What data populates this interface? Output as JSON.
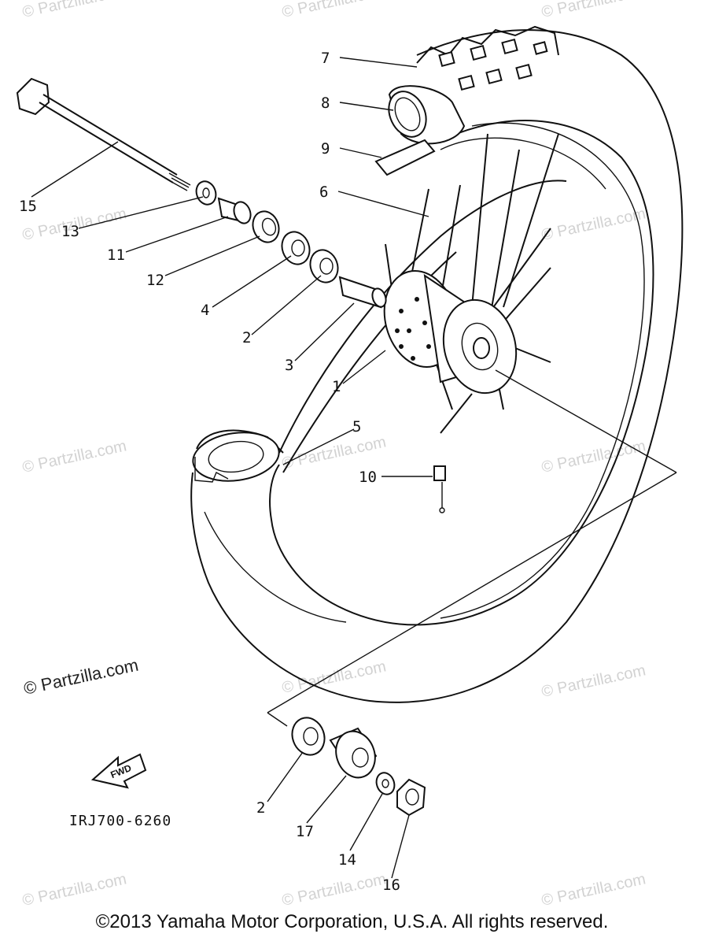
{
  "watermark": "© Partzilla.com",
  "watermark_main": "© Partzilla.com",
  "diagram_code": "IRJ700-6260",
  "fwd_label": "FWD",
  "copyright": "©2013 Yamaha Motor Corporation, U.S.A. All rights reserved.",
  "callouts": [
    "7",
    "8",
    "9",
    "6",
    "15",
    "13",
    "11",
    "12",
    "4",
    "2",
    "3",
    "1",
    "5",
    "10",
    "2",
    "17",
    "14",
    "16"
  ]
}
